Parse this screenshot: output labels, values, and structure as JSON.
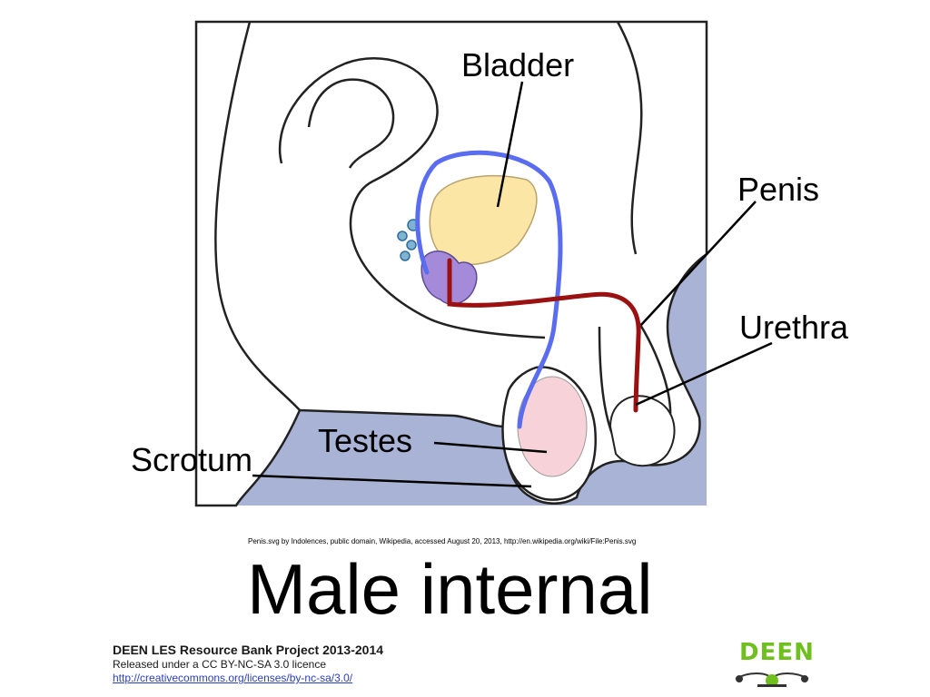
{
  "diagram": {
    "labels": {
      "bladder": "Bladder",
      "penis": "Penis",
      "urethra": "Urethra",
      "testes": "Testes",
      "scrotum": "Scrotum"
    },
    "colors": {
      "background_panel": "#a9b3d6",
      "body": "#ffffff",
      "outline": "#222222",
      "bladder": "#fbe6a6",
      "prostate": "#a48ad8",
      "glands": "#7fb3d2",
      "urethra": "#9b1111",
      "vas_deferens": "#5a6df0",
      "testis": "#f7d3d9"
    }
  },
  "credit": "Penis.svg by Indolences, public domain, Wikipedia, accessed August 20, 2013, http://en.wikipedia.org/wiki/File:Penis.svg",
  "title": "Male internal",
  "footer": {
    "project": "DEEN LES Resource Bank Project 2013-2014",
    "licence": "Released under a CC BY-NC-SA 3.0 licence",
    "link": "http://creativecommons.org/licenses/by-nc-sa/3.0/"
  },
  "logo": {
    "word": "DEEN",
    "icon": "deen-logo-icon",
    "colors": {
      "primary": "#6fbf1f",
      "secondary": "#333333"
    }
  }
}
